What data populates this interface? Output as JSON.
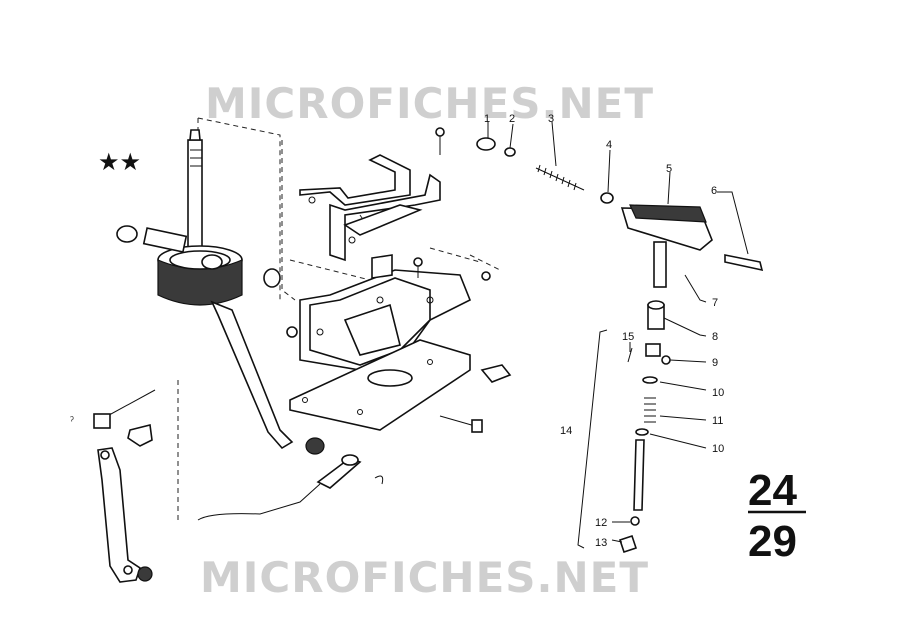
{
  "watermark": {
    "top": "MICROFICHES.NET",
    "bottom": "MICROFICHES.NET"
  },
  "stars": "★★",
  "page_ref": {
    "numerator": "24",
    "denominator": "29"
  },
  "callouts": [
    "1",
    "2",
    "3",
    "4",
    "5",
    "6",
    "7",
    "8",
    "9",
    "10",
    "11",
    "10",
    "12",
    "13",
    "14",
    "15"
  ],
  "icons": {
    "shift-lever": "gear-shift-lever-icon",
    "bracket": "mounting-bracket-icon",
    "bolt": "bolt-icon",
    "spring": "spring-icon"
  },
  "colors": {
    "ink": "#111111",
    "watermark": "#cfcfcf",
    "background": "#ffffff"
  }
}
